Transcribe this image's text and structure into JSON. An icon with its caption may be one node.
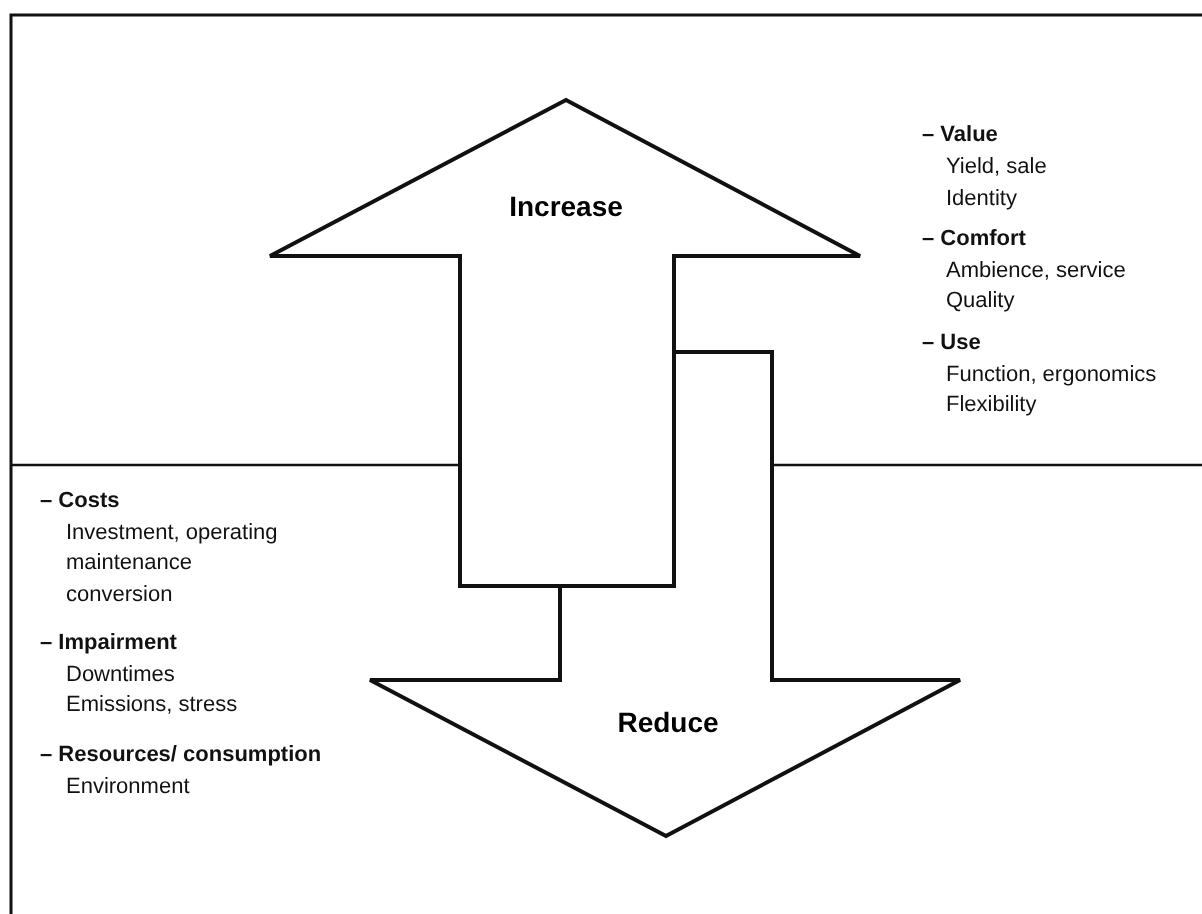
{
  "diagram": {
    "nodes": [
      {
        "text": [
          "Increase"
        ]
      },
      {
        "text": [
          "Reduce"
        ]
      }
    ],
    "labels": [
      "– Value",
      "Yield, sale",
      "Identity",
      "– Comfort",
      "Ambience, service",
      "Quality",
      "– Use",
      "Function, ergonomics",
      "Flexibility",
      "– Costs",
      "Investment, operating",
      "maintenance",
      "conversion",
      "– Impairment",
      "Downtimes",
      "Emissions, stress",
      "– Resources/ consumption",
      "Environment"
    ]
  }
}
